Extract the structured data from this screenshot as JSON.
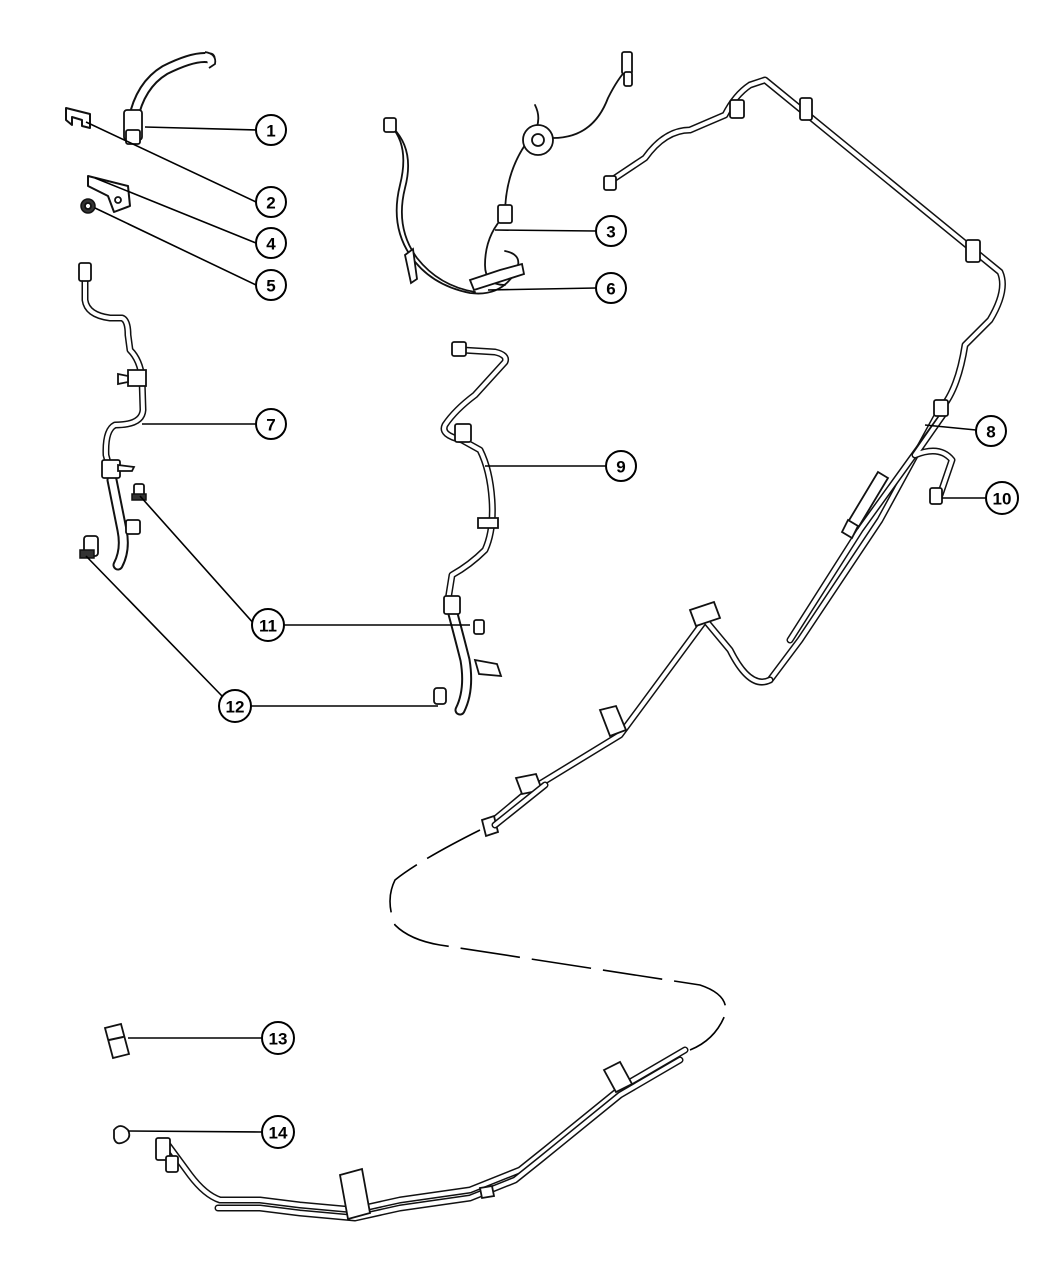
{
  "callouts": [
    {
      "id": 1,
      "label": "1"
    },
    {
      "id": 2,
      "label": "2"
    },
    {
      "id": 3,
      "label": "3"
    },
    {
      "id": 4,
      "label": "4"
    },
    {
      "id": 5,
      "label": "5"
    },
    {
      "id": 6,
      "label": "6"
    },
    {
      "id": 7,
      "label": "7"
    },
    {
      "id": 8,
      "label": "8"
    },
    {
      "id": 9,
      "label": "9"
    },
    {
      "id": 10,
      "label": "10"
    },
    {
      "id": 11,
      "label": "11"
    },
    {
      "id": 12,
      "label": "12"
    },
    {
      "id": 13,
      "label": "13"
    },
    {
      "id": 14,
      "label": "14"
    }
  ]
}
